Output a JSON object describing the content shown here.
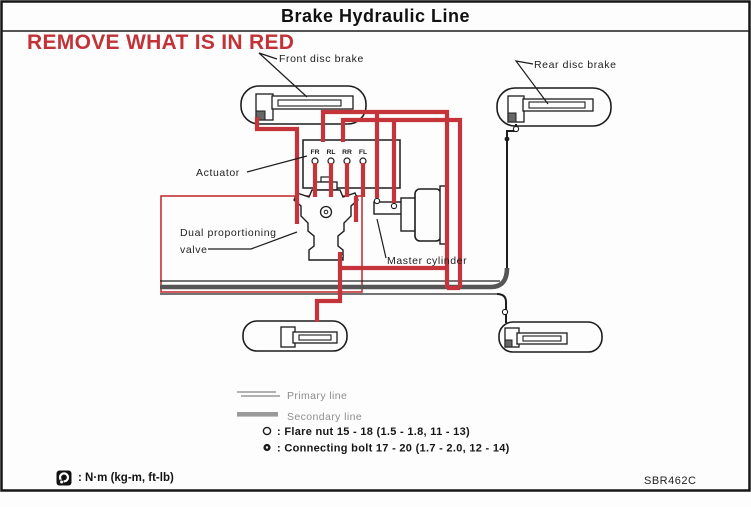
{
  "page": {
    "title": "Brake Hydraulic Line",
    "figure_code": "SBR462C",
    "annotation": "REMOVE WHAT IS IN RED"
  },
  "diagram": {
    "labels": {
      "front_disc_brake": "Front disc brake",
      "rear_disc_brake": "Rear disc brake",
      "actuator": "Actuator",
      "dual_proportioning_line1": "Dual proportioning",
      "dual_proportioning_line2": "valve",
      "master_cylinder": "Master cylinder"
    },
    "actuator_ports": [
      "FR",
      "RL",
      "RR",
      "FL"
    ]
  },
  "legend": {
    "primary_line": "Primary line",
    "secondary_line": "Secondary line",
    "flare_nut": ": Flare nut 15 - 18 (1.5 - 1.8, 11 - 13)",
    "connecting_bolt": ": Connecting bolt 17 - 20 (1.7 - 2.0, 12 - 14)"
  },
  "footer": {
    "torque_units": ": N·m (kg-m, ft-lb)"
  },
  "colors": {
    "highlight_red": "#c43138",
    "line_black": "#1d1d1d",
    "legend_gray": "#8d8d8d"
  }
}
